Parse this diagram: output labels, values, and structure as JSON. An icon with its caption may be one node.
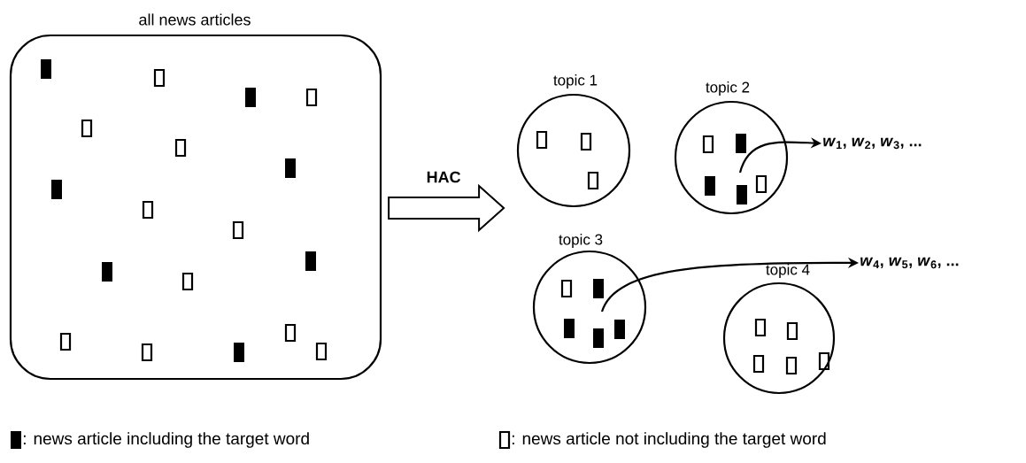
{
  "diagram": {
    "nodes": [
      {
        "text": [
          "all news articles"
        ]
      },
      {
        "text": [
          "topic 1"
        ]
      },
      {
        "text": [
          "topic 2"
        ]
      },
      {
        "text": [
          "*w*$_{1}$, *w*$_{2}$, *w*$_{3}$, ..."
        ]
      },
      {
        "text": [
          "topic 3"
        ]
      },
      {
        "text": [
          "*w*$_{4}$, *w*$_{5}$, *w*$_{6}$, ..."
        ]
      },
      {
        "text": [
          "topic 4"
        ]
      }
    ],
    "edges": [
      {
        "from": 0,
        "to": null,
        "arrow": "to",
        "label": "HAC"
      },
      {
        "from": 2,
        "to": 3,
        "arrow": "to"
      },
      {
        "from": 4,
        "to": 5,
        "arrow": "to"
      }
    ],
    "legend": [
      {
        "text": ": news article including the target word"
      },
      {
        "text": ": news article not including the target word"
      }
    ]
  }
}
